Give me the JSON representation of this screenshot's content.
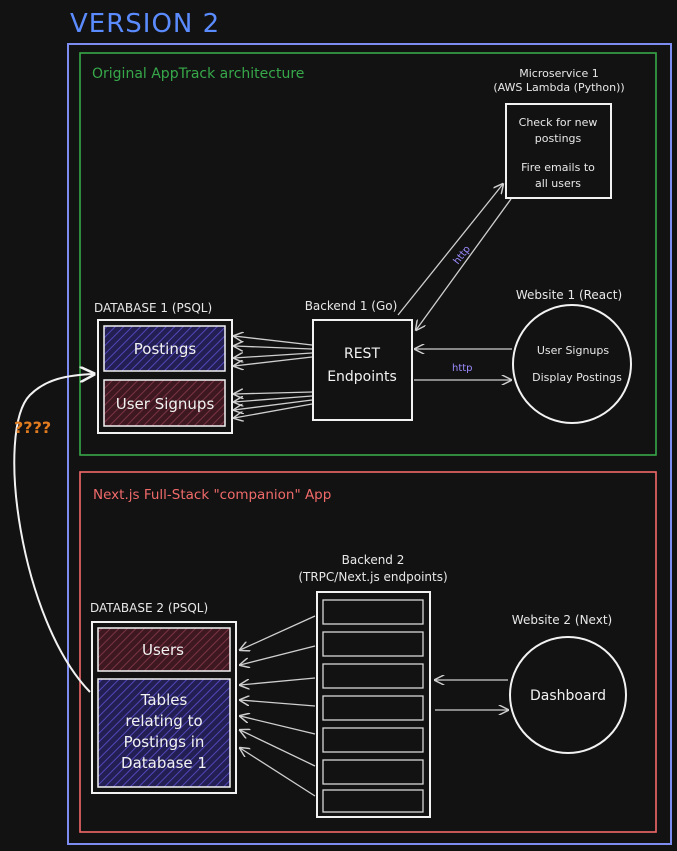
{
  "title": "VERSION 2",
  "colors": {
    "background": "#121212",
    "title": "#5b8cff",
    "outer_frame": "#7d8cf0",
    "group1": "#37a84a",
    "group2": "#f06a6a",
    "question": "#e07b1f",
    "http": "#9b8cff",
    "postings_fill": "#2b2560",
    "signups_fill": "#4a1f2a"
  },
  "group1": {
    "label": "Original AppTrack architecture",
    "microservice": {
      "heading_1": "Microservice 1",
      "heading_2": "(AWS Lambda (Python))",
      "line_1": "Check for new",
      "line_2": "postings",
      "line_3": "Fire emails to",
      "line_4": "all users"
    },
    "database": {
      "heading": "DATABASE 1 (PSQL)",
      "table_postings": "Postings",
      "table_signups": "User Signups"
    },
    "backend": {
      "heading": "Backend 1 (Go)",
      "line_1": "REST",
      "line_2": "Endpoints"
    },
    "website": {
      "heading": "Website 1 (React)",
      "line_1": "User Signups",
      "line_2": "Display Postings"
    },
    "http_label_1": "http",
    "http_label_2": "http"
  },
  "group2": {
    "label": "Next.js Full-Stack \"companion\" App",
    "backend": {
      "heading_1": "Backend 2",
      "heading_2": "(TRPC/Next.js endpoints)"
    },
    "database": {
      "heading": "DATABASE 2 (PSQL)",
      "table_users": "Users",
      "table_line_1": "Tables",
      "table_line_2": "relating to",
      "table_line_3": "Postings in",
      "table_line_4": "Database 1"
    },
    "website": {
      "heading": "Website 2 (Next)",
      "label": "Dashboard"
    }
  },
  "question_label": "????"
}
